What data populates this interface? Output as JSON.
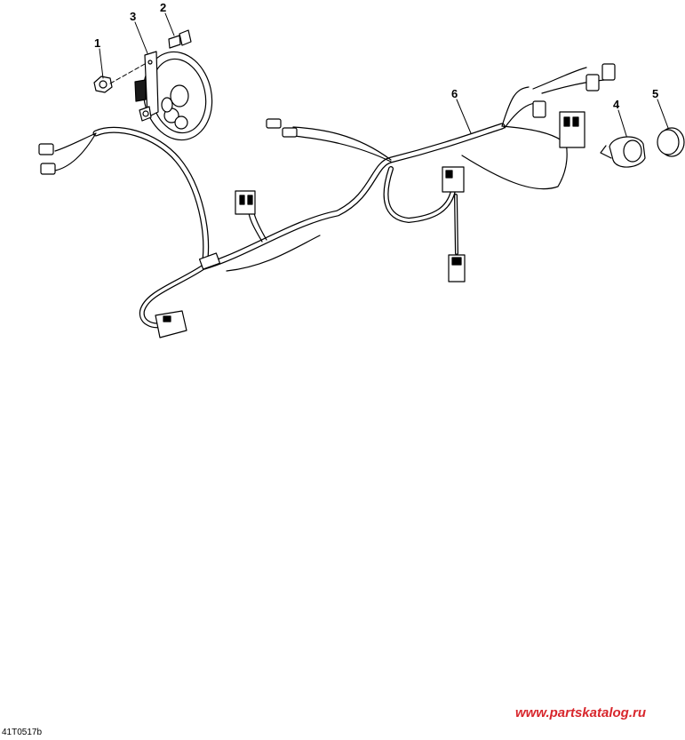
{
  "callouts": [
    {
      "id": "1",
      "label": "1",
      "part": "nut"
    },
    {
      "id": "2",
      "label": "2",
      "part": "bolt"
    },
    {
      "id": "3",
      "label": "3",
      "part": "horn-bracket"
    },
    {
      "id": "4",
      "label": "4",
      "part": "socket"
    },
    {
      "id": "5",
      "label": "5",
      "part": "cap"
    },
    {
      "id": "6",
      "label": "6",
      "part": "wiring-harness"
    }
  ],
  "figure_code": "41T0517b",
  "watermark": "www.partskatalog.ru",
  "colors": {
    "line": "#000000",
    "watermark": "#d8262c",
    "background": "#ffffff"
  }
}
